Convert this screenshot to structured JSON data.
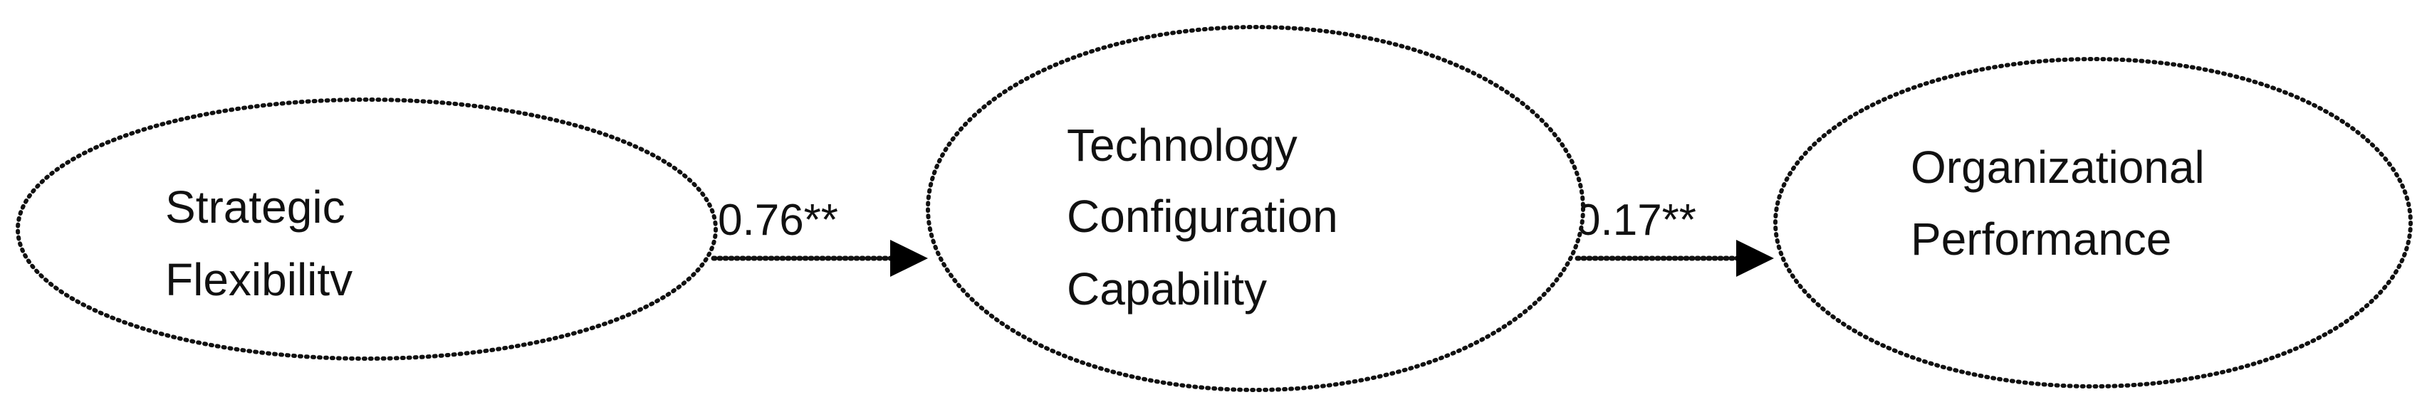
{
  "diagram": {
    "nodes": [
      {
        "id": "strategic_flexibility",
        "lines": [
          "Strategic",
          "Flexibilitv"
        ]
      },
      {
        "id": "technology_configuration_capability",
        "lines": [
          "Technology",
          "Configuration",
          "Capability"
        ]
      },
      {
        "id": "organizational_performance",
        "lines": [
          "Organizational",
          "Performance"
        ]
      }
    ],
    "edges": [
      {
        "from": "strategic_flexibility",
        "to": "technology_configuration_capability",
        "label": "0.76**"
      },
      {
        "from": "technology_configuration_capability",
        "to": "organizational_performance",
        "label": "0.17**"
      }
    ],
    "colors": {
      "stroke": "#111111",
      "arrowhead": "#000000",
      "background": "#ffffff"
    }
  }
}
